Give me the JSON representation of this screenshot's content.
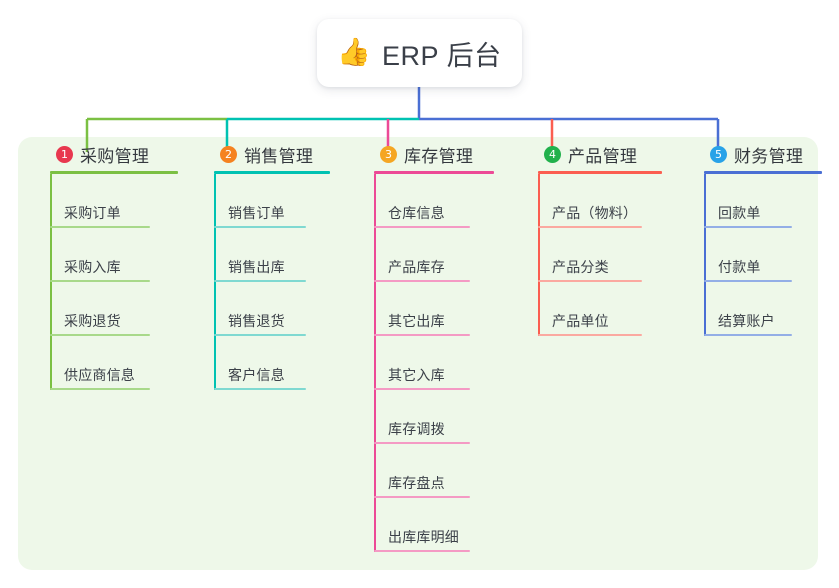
{
  "diagram": {
    "type": "mindmap",
    "root": {
      "icon": "thumbs-up-icon",
      "icon_glyph": "👍",
      "title": "ERP 后台"
    },
    "panel_background": "#eef8e9",
    "branches": [
      {
        "index": "1",
        "title": "采购管理",
        "badge_color": "#e8384f",
        "line_color": "#7bc043",
        "leaf_line_color": "#a8d98a",
        "connector_color": "#7bc043",
        "items": [
          {
            "label": "采购订单"
          },
          {
            "label": "采购入库"
          },
          {
            "label": "采购退货"
          },
          {
            "label": "供应商信息"
          }
        ]
      },
      {
        "index": "2",
        "title": "销售管理",
        "badge_color": "#f58220",
        "line_color": "#00c2b2",
        "leaf_line_color": "#7fd9d1",
        "connector_color": "#00c2b2",
        "items": [
          {
            "label": "销售订单"
          },
          {
            "label": "销售出库"
          },
          {
            "label": "销售退货"
          },
          {
            "label": "客户信息"
          }
        ]
      },
      {
        "index": "3",
        "title": "库存管理",
        "badge_color": "#f5a623",
        "line_color": "#ec4a96",
        "leaf_line_color": "#f49ac4",
        "connector_color": "#ec4a96",
        "items": [
          {
            "label": "仓库信息"
          },
          {
            "label": "产品库存"
          },
          {
            "label": "其它出库"
          },
          {
            "label": "其它入库"
          },
          {
            "label": "库存调拨"
          },
          {
            "label": "库存盘点"
          },
          {
            "label": "出库库明细"
          }
        ]
      },
      {
        "index": "4",
        "title": "产品管理",
        "badge_color": "#22b14c",
        "line_color": "#fb5e50",
        "leaf_line_color": "#fba9a0",
        "connector_color": "#fb5e50",
        "items": [
          {
            "label": "产品（物料）"
          },
          {
            "label": "产品分类"
          },
          {
            "label": "产品单位"
          }
        ]
      },
      {
        "index": "5",
        "title": "财务管理",
        "badge_color": "#28a2e8",
        "line_color": "#4a6fd4",
        "leaf_line_color": "#93aee6",
        "connector_color": "#4a6fd4",
        "items": [
          {
            "label": "回款单"
          },
          {
            "label": "付款单"
          },
          {
            "label": "结算账户"
          }
        ]
      }
    ],
    "root_stem_color": "#4a6fd4"
  }
}
